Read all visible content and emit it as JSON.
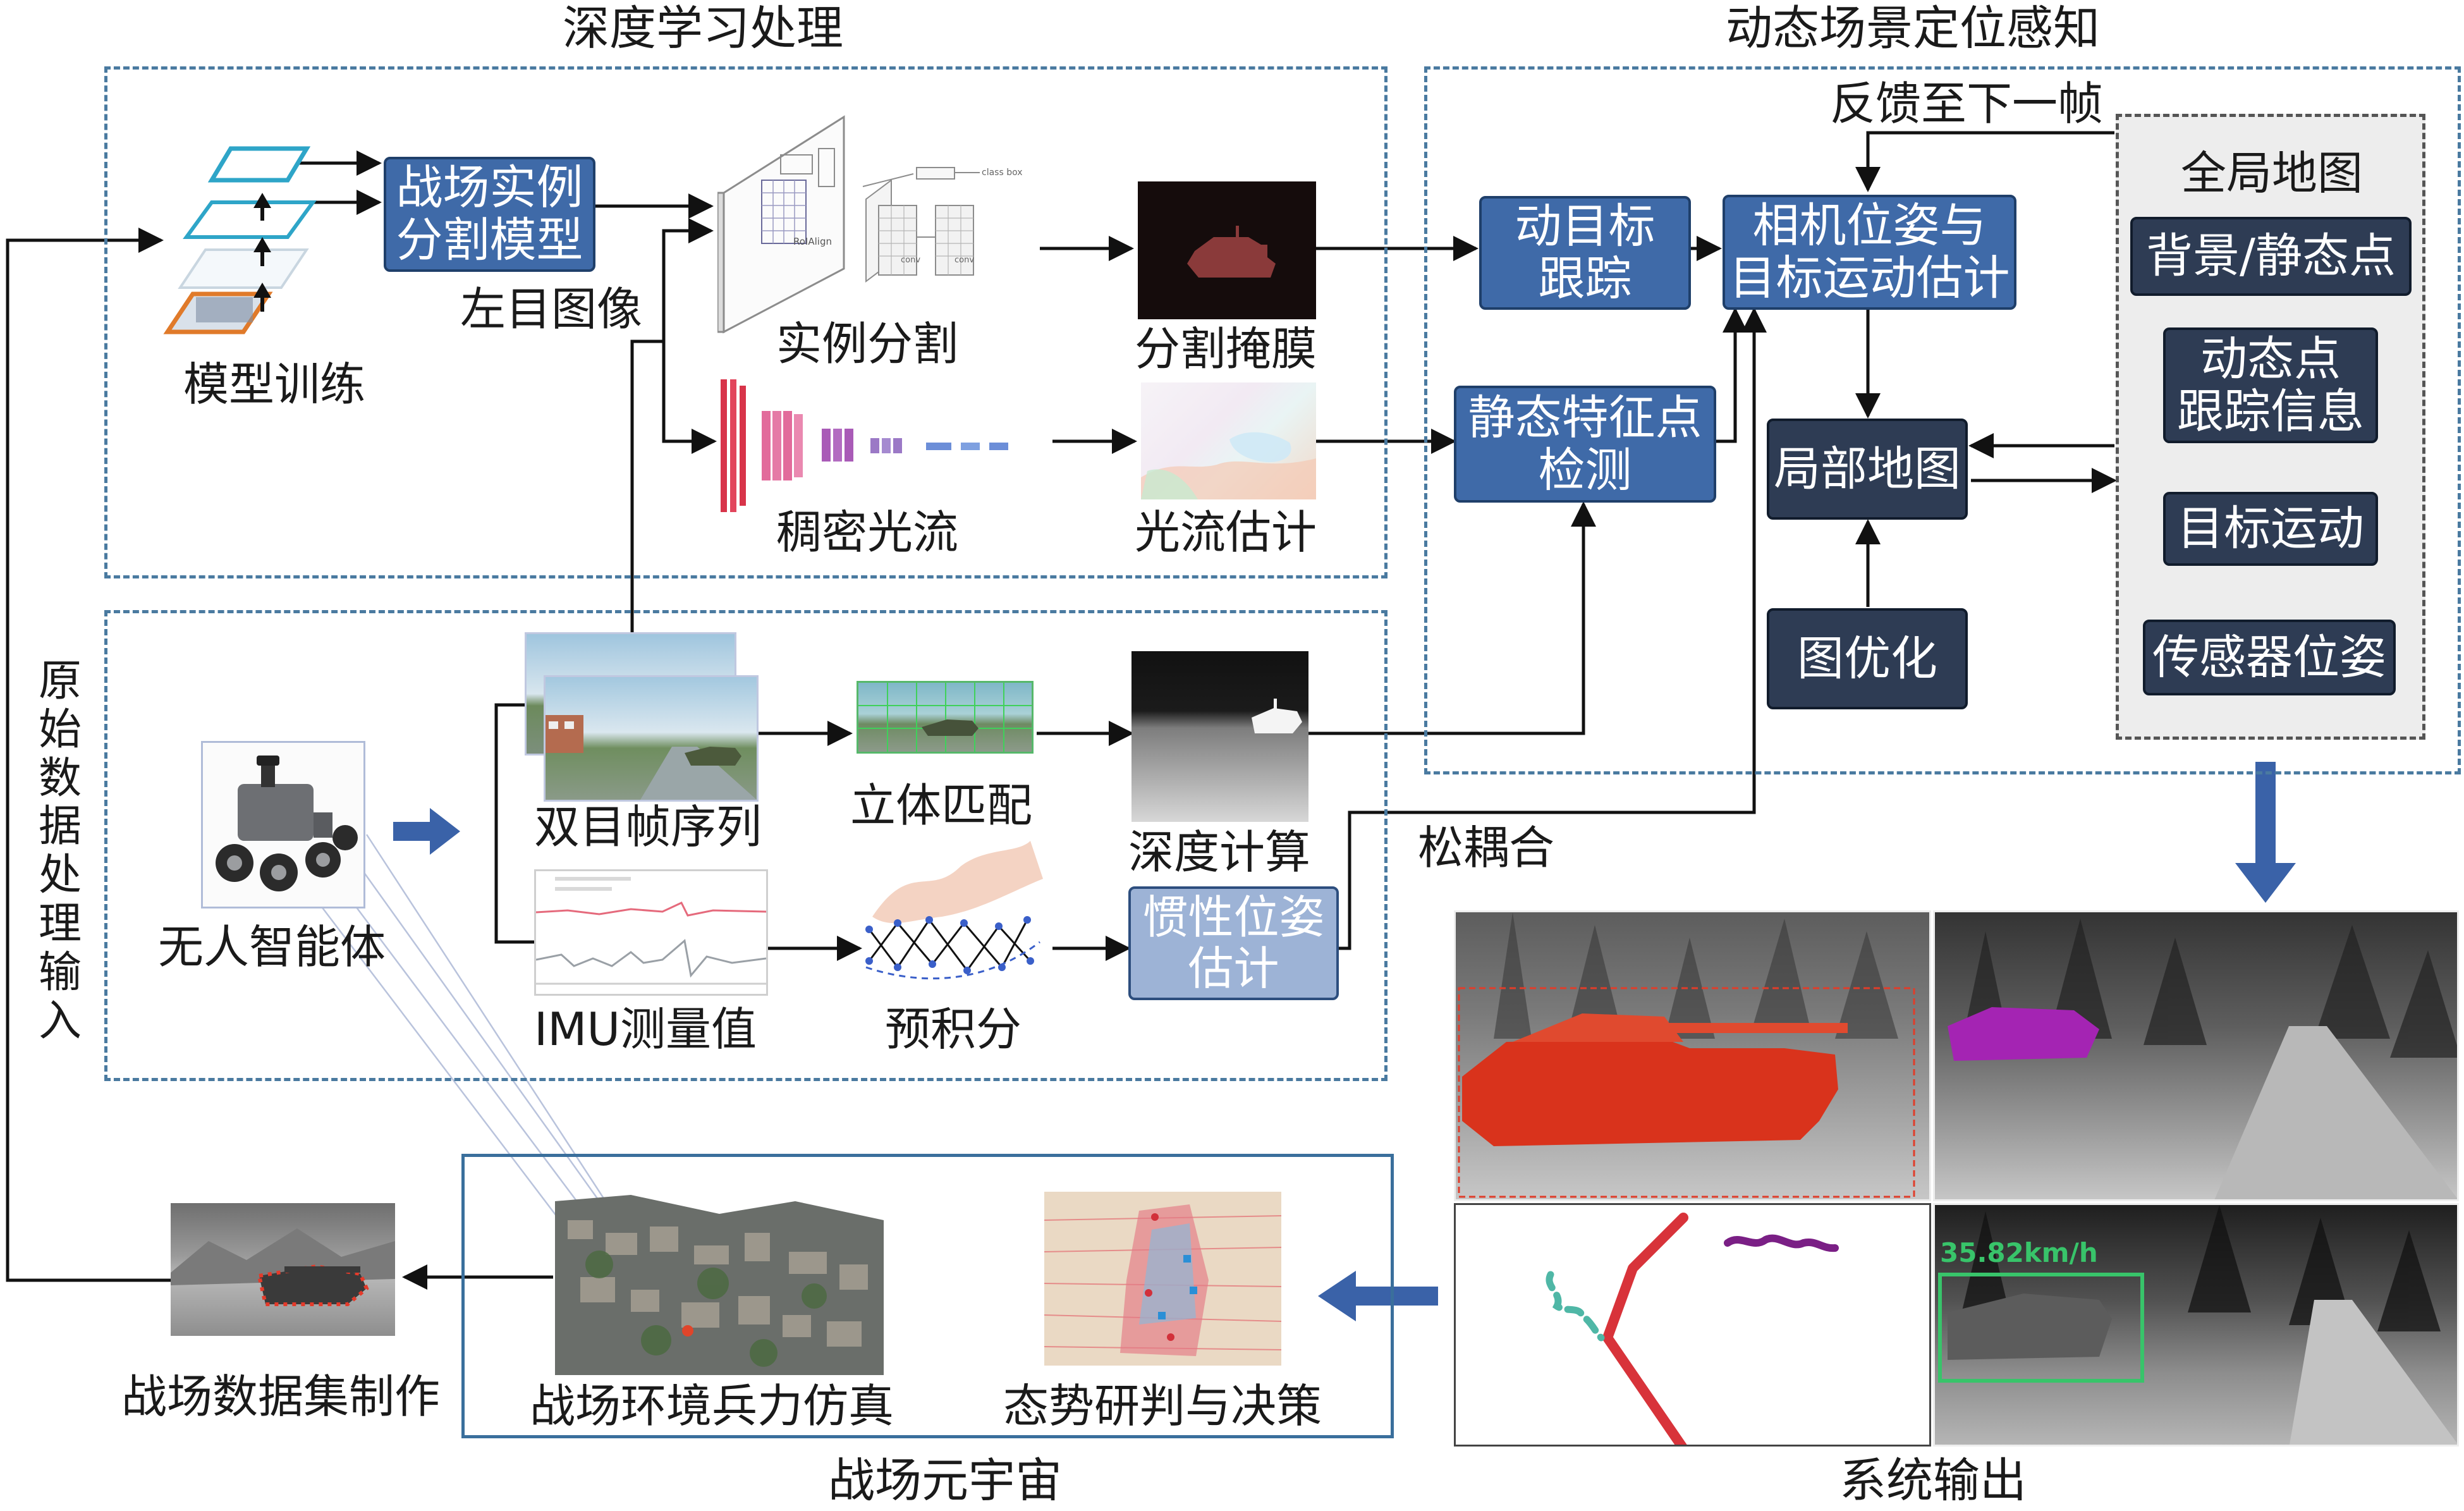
{
  "sections": {
    "dl_title": "深度学习处理",
    "slam_title": "动态场景定位感知",
    "metaverse_title": "战场元宇宙",
    "output_title": "系统输出"
  },
  "labels": {
    "model_training": "模型训练",
    "left_image": "左目图像",
    "instance_seg": "实例分割",
    "seg_mask": "分割掩膜",
    "dense_flow": "稠密光流",
    "flow_est": "光流估计",
    "stereo_seq": "双目帧序列",
    "stereo_match": "立体匹配",
    "depth_calc": "深度计算",
    "imu_values": "IMU测量值",
    "preintegration": "预积分",
    "unmanned_agent": "无人智能体",
    "raw_input": "原始数据处理输入",
    "feedback": "反馈至下一帧",
    "loose_coupling": "松耦合",
    "dataset_making": "战场数据集制作",
    "env_sim": "战场环境兵力仿真",
    "situation": "态势研判与决策",
    "roi_align": "RoIAlign",
    "conv": "conv",
    "class_box": "class box",
    "speed": "35.82km/h"
  },
  "boxes": {
    "seg_model": "战场实例\n分割模型",
    "moving_track": "动目标\n跟踪",
    "pose_est": "相机位姿与\n目标运动估计",
    "static_feat": "静态特征点\n检测",
    "local_map": "局部地图",
    "graph_opt": "图优化",
    "inertial": "惯性位姿\n估计"
  },
  "global_map": {
    "title": "全局地图",
    "items": [
      "背景/静态点",
      "动态点\n跟踪信息",
      "目标运动",
      "传感器位姿"
    ]
  },
  "colors": {
    "box_blue": "#3f6aa8",
    "box_navy": "#2e3c54",
    "box_light": "#9db3d6",
    "dashed_border": "#4a7aa0",
    "arrow_fill": "#3a62a8"
  }
}
